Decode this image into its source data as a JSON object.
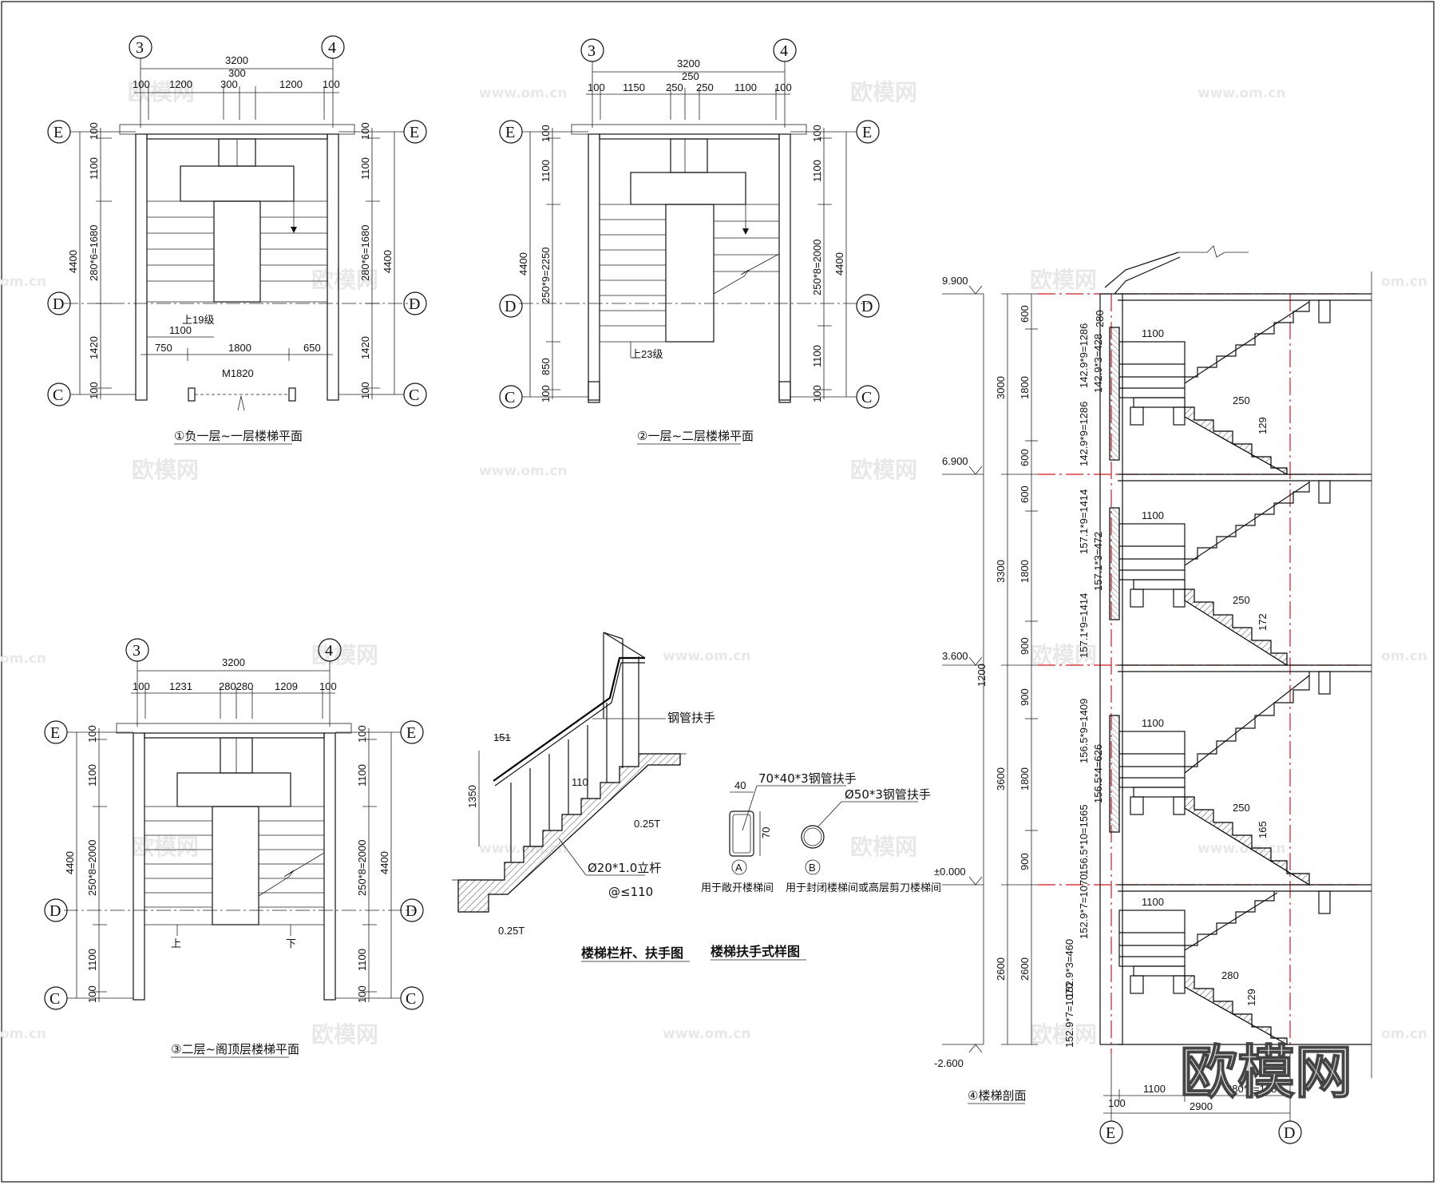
{
  "plans": {
    "p1": {
      "caption": "①负一层~一层楼梯平面",
      "axis_left_top": "3",
      "axis_right_top": "4",
      "axis_e": "E",
      "axis_d": "D",
      "axis_c": "C",
      "dim_total": "3200",
      "dim_top_row": [
        "100",
        "1200",
        "300",
        "300",
        "1200",
        "100"
      ],
      "dim_left": [
        "100",
        "1100",
        "280*6=1680",
        "1420",
        "100"
      ],
      "dim_left_total": "4400",
      "dim_right": [
        "100",
        "1100",
        "280*6=1680",
        "1420",
        "100"
      ],
      "dim_right_total": "4400",
      "up_label": "上19级",
      "dim_landing": "1100",
      "dim_bottom": [
        "750",
        "1800",
        "650"
      ],
      "door_label": "M1820"
    },
    "p2": {
      "caption": "②一层~二层楼梯平面",
      "axis_left_top": "3",
      "axis_right_top": "4",
      "axis_e": "E",
      "axis_d": "D",
      "axis_c": "C",
      "dim_total": "3200",
      "dim_top_row": [
        "100",
        "1150",
        "250",
        "250",
        "250",
        "1100",
        "100"
      ],
      "dim_left": [
        "100",
        "1100",
        "250*9=2250",
        "850",
        "100"
      ],
      "dim_left_total": "4400",
      "dim_right": [
        "100",
        "1100",
        "250*8=2000",
        "1100",
        "100"
      ],
      "dim_right_total": "4400",
      "up_label": "上23级"
    },
    "p3": {
      "caption": "③二层~阁顶层楼梯平面",
      "axis_left_top": "3",
      "axis_right_top": "4",
      "axis_e": "E",
      "axis_d": "D",
      "axis_c": "C",
      "dim_total": "3200",
      "dim_top_row": [
        "100",
        "1231",
        "280280",
        "1209",
        "100"
      ],
      "dim_left": [
        "100",
        "1100",
        "250*8=2000",
        "1100",
        "100"
      ],
      "dim_left_total": "4400",
      "dim_right": [
        "100",
        "1100",
        "250*8=2000",
        "1100",
        "100"
      ],
      "dim_right_total": "4400",
      "up": "上",
      "down": "下"
    }
  },
  "rail": {
    "handrail_label": "钢管扶手",
    "post_label": "Ø20*1.0立杆",
    "spacing_label": "@≤110",
    "dim_151": "151",
    "dim_1350": "1350",
    "dim_110": "110",
    "dim_025t_a": "0.25T",
    "dim_025t_b": "0.25T",
    "caption": "楼梯栏杆、扶手图"
  },
  "handrail_types": {
    "type_a_label": "70*40*3钢管扶手",
    "type_b_label": "Ø50*3钢管扶手",
    "dim_40": "40",
    "dim_70": "70",
    "mark_a": "A",
    "mark_b": "B",
    "use_a": "用于敞开楼梯间",
    "use_b": "用于封闭楼梯间或高层剪刀楼梯间",
    "caption": "楼梯扶手式样图"
  },
  "section": {
    "caption": "④楼梯剖面",
    "elevations": [
      "9.900",
      "6.900",
      "3.600",
      "±0.000",
      "-2.600"
    ],
    "story_heights": [
      "3000",
      "3300",
      "3600",
      "2600"
    ],
    "sub_dims": [
      "600",
      "1800",
      "600",
      "600",
      "1800",
      "900",
      "900",
      "1800",
      "900",
      "2600"
    ],
    "dim_1200": "1200",
    "flight_dims": [
      "142.9*9=1286",
      "142.9*3=428",
      "142.9*9=1286",
      "157.1*9=1414",
      "157.1*3=472",
      "157.1*9=1414",
      "156.5*9=1409",
      "156.5*4=626",
      "156.5*10=1565",
      "152.9*7=1070",
      "152.9*3=460",
      "152.9*7=1070"
    ],
    "landing_1100": "1100",
    "tread_dims": [
      "250",
      "250",
      "250",
      "280"
    ],
    "riser_dims": [
      "129",
      "172",
      "165",
      "129"
    ],
    "dim_top_280": "280",
    "bottom_dims": [
      "100",
      "1100",
      "280*6=1680"
    ],
    "bottom_total": "2900",
    "axis_e": "E",
    "axis_d": "D"
  },
  "watermarks": {
    "brand_cn": "欧模网",
    "brand_url": "www.om.cn",
    "brand_url_part": "om.cn"
  }
}
